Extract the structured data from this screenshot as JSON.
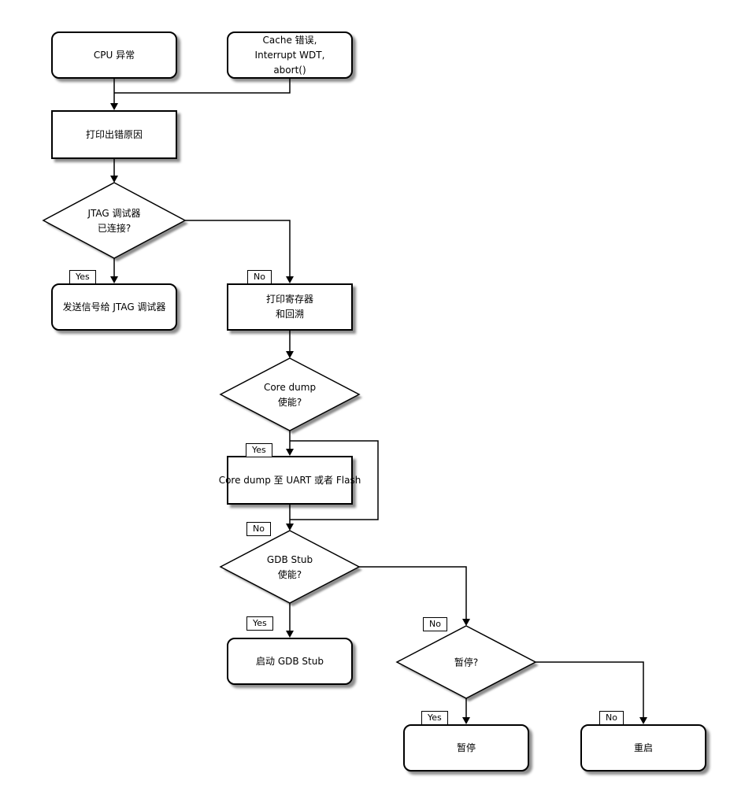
{
  "flowchart": {
    "nodes": {
      "cpu_exception": {
        "label": "CPU 异常"
      },
      "other_causes": {
        "lines": [
          "Cache 错误,",
          "Interrupt WDT,",
          "abort()"
        ]
      },
      "print_error_cause": {
        "label": "打印出错原因"
      },
      "jtag_check": {
        "lines": [
          "JTAG 调试器",
          "已连接?"
        ]
      },
      "send_to_jtag": {
        "label": "发送信号给 JTAG 调试器"
      },
      "print_registers": {
        "lines": [
          "打印寄存器",
          "和回溯"
        ]
      },
      "coredump_check": {
        "lines": [
          "Core dump",
          "使能?"
        ]
      },
      "do_coredump": {
        "label": "Core dump 至 UART 或者 Flash"
      },
      "gdbstub_check": {
        "lines": [
          "GDB Stub",
          "使能?"
        ]
      },
      "start_gdbstub": {
        "label": "启动 GDB Stub"
      },
      "halt_check": {
        "label": "暂停?"
      },
      "halt": {
        "label": "暂停"
      },
      "reboot": {
        "label": "重启"
      }
    },
    "edge_labels": {
      "yes": "Yes",
      "no": "No"
    },
    "colors": {
      "background": "#ffffff",
      "node_fill": "#ffffff",
      "line": "#000000",
      "shadow": "#8d8d8d"
    }
  }
}
